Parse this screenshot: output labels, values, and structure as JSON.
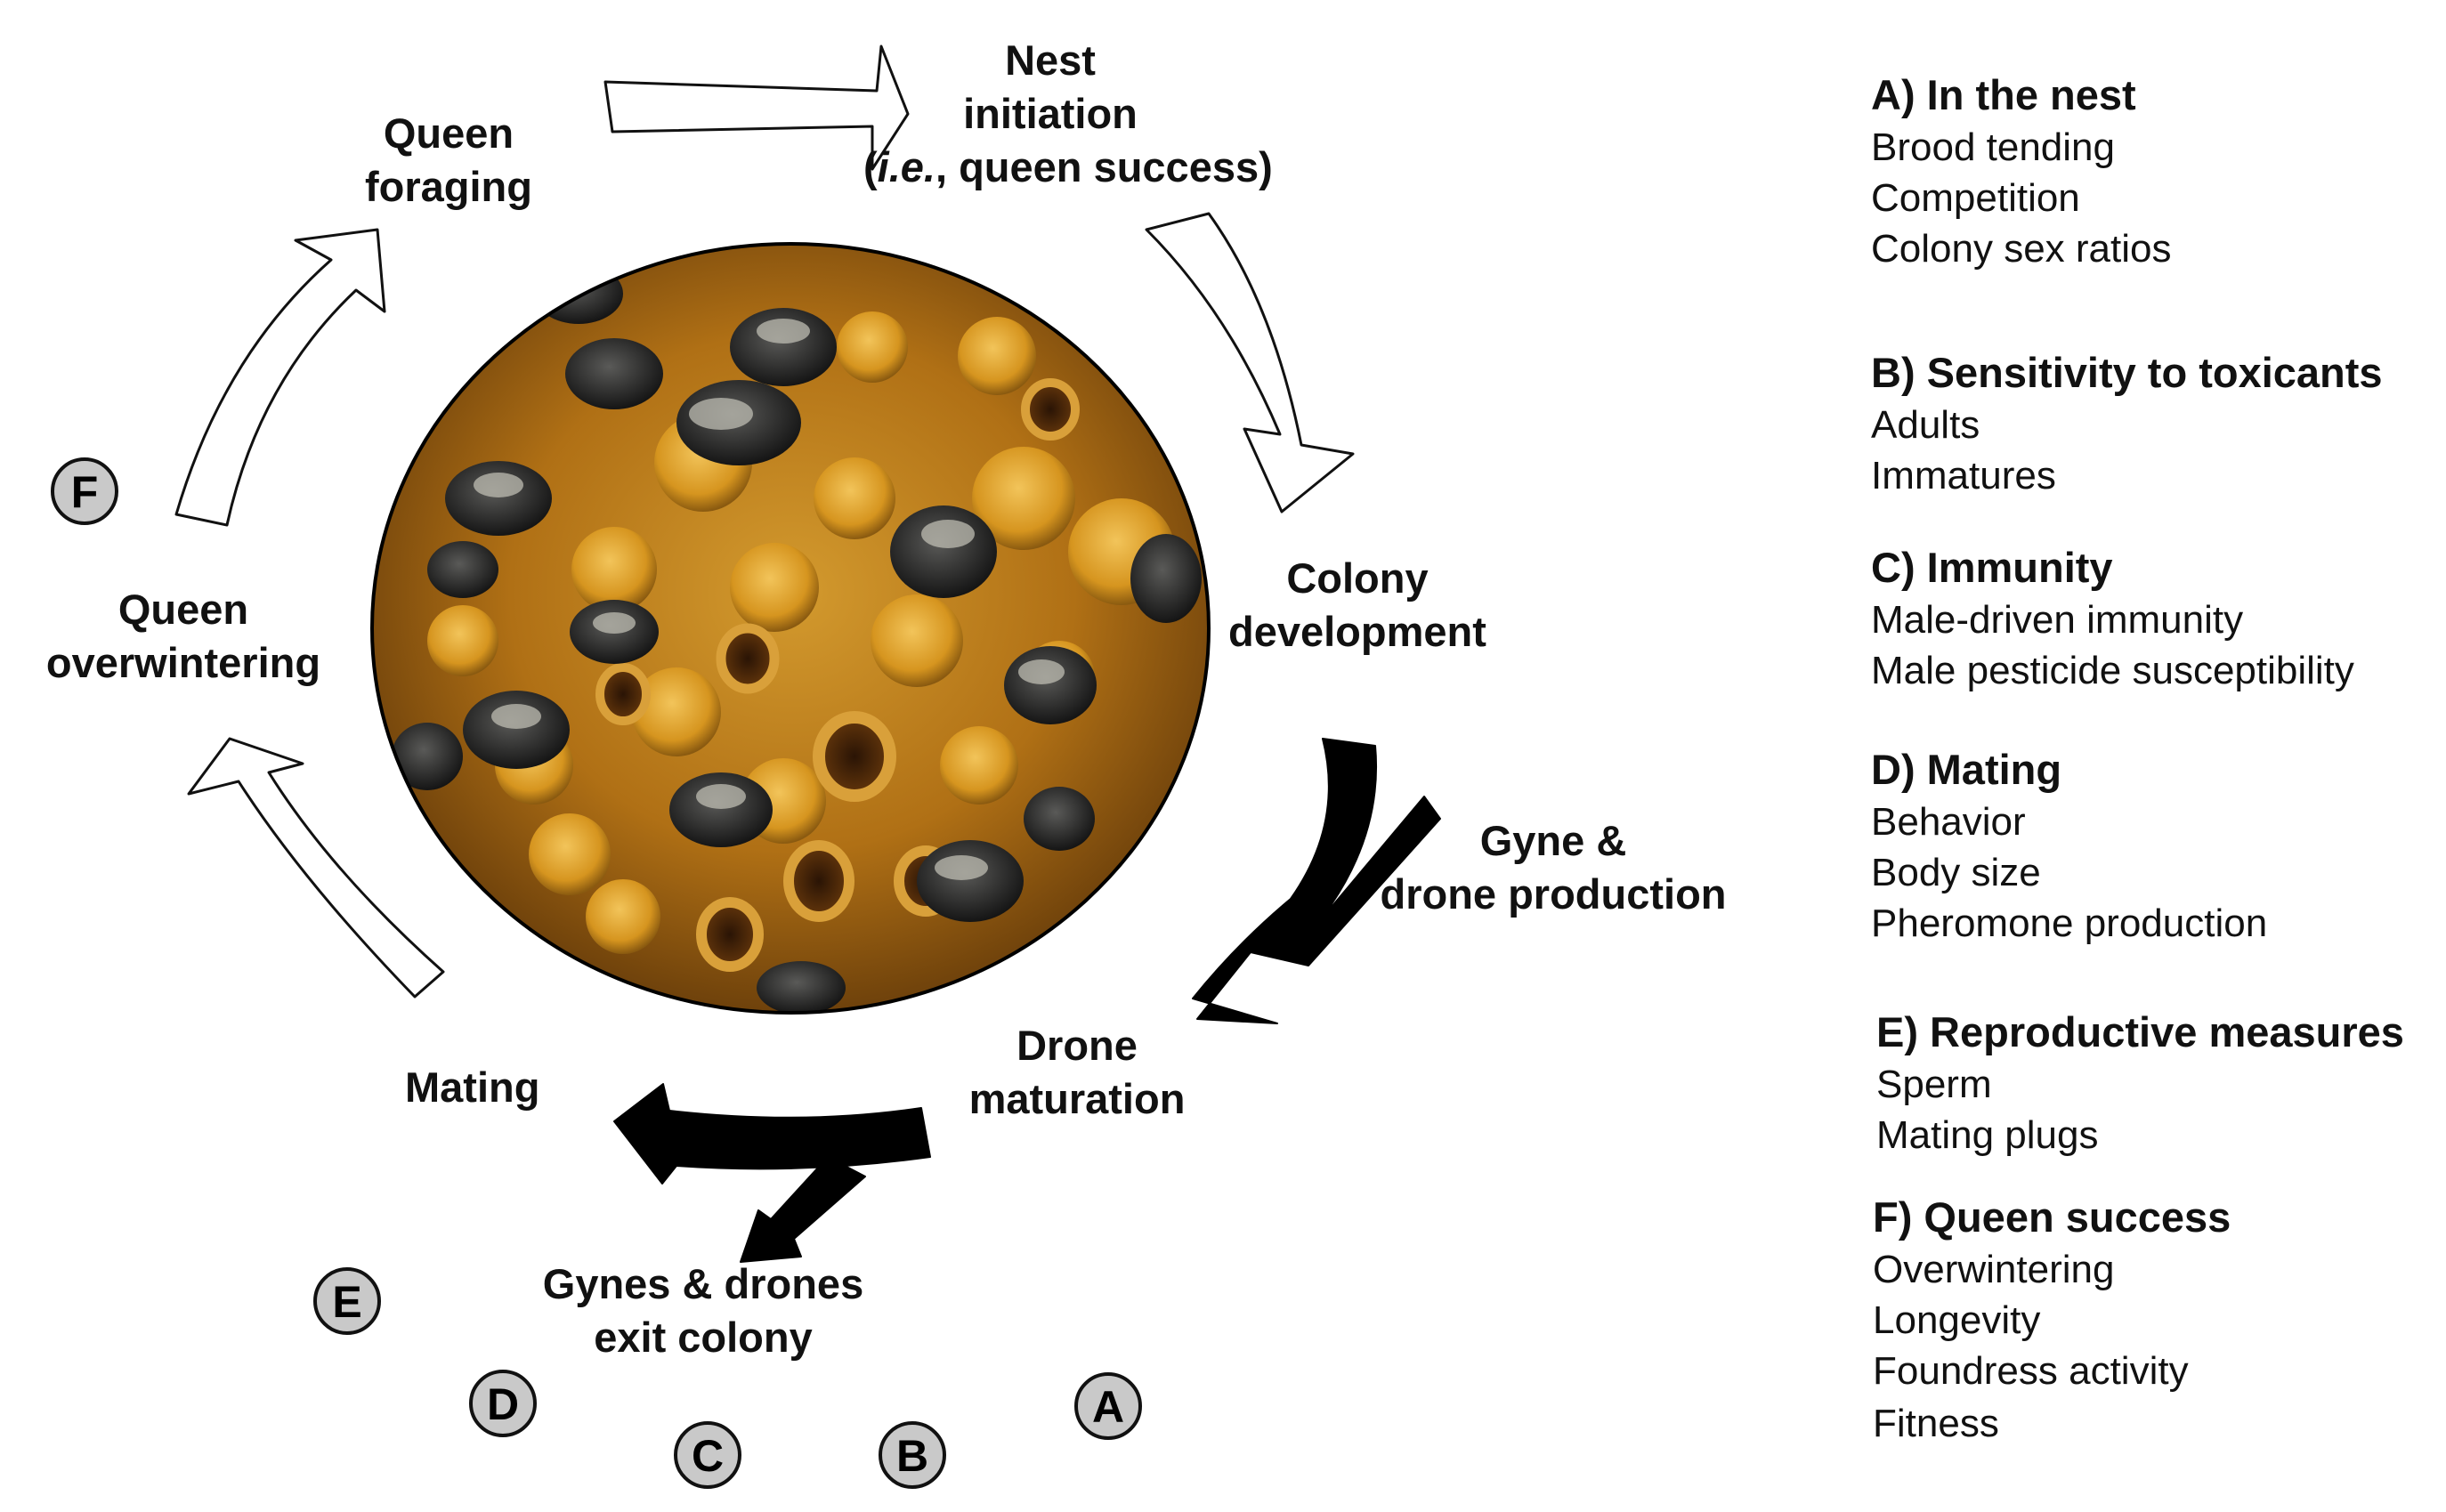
{
  "cycle": {
    "queen_foraging": [
      "Queen",
      "foraging"
    ],
    "nest_initiation": [
      "Nest",
      "initiation"
    ],
    "nest_initiation_note": {
      "open": "(",
      "italic": "i.e.",
      "rest": ", queen success)"
    },
    "colony_development": [
      "Colony",
      "development"
    ],
    "gyne_drone_production": [
      "Gyne &",
      "drone production"
    ],
    "drone_maturation": [
      "Drone",
      "maturation"
    ],
    "mating": "Mating",
    "gynes_drones_exit": [
      "Gynes & drones",
      "exit colony"
    ],
    "queen_overwintering": [
      "Queen",
      "overwintering"
    ]
  },
  "badges": [
    "A",
    "B",
    "C",
    "D",
    "E",
    "F"
  ],
  "legend": [
    {
      "letter": "A",
      "heading": "A) In the nest",
      "items": [
        "Brood tending",
        "Competition",
        "Colony sex ratios"
      ]
    },
    {
      "letter": "B",
      "heading": "B) Sensitivity to toxicants",
      "items": [
        "Adults",
        "Immatures"
      ]
    },
    {
      "letter": "C",
      "heading": "C) Immunity",
      "items": [
        "Male-driven immunity",
        "Male pesticide susceptibility"
      ]
    },
    {
      "letter": "D",
      "heading": "D) Mating",
      "items": [
        "Behavior",
        "Body size",
        "Pheromone production"
      ]
    },
    {
      "letter": "E",
      "heading": "E) Reproductive measures",
      "items": [
        "Sperm",
        "Mating plugs"
      ]
    },
    {
      "letter": "F",
      "heading": "F) Queen success",
      "items": [
        "Overwintering",
        "Longevity",
        "Foundress activity",
        "Fitness"
      ]
    }
  ],
  "colors": {
    "outline_arrow": "#111111",
    "solid_arrow": "#000000",
    "badge_fill": "#c9c9c9",
    "photo_comb": "#c98a1e"
  },
  "photo": {
    "subject": "bumble bees on brood comb"
  }
}
